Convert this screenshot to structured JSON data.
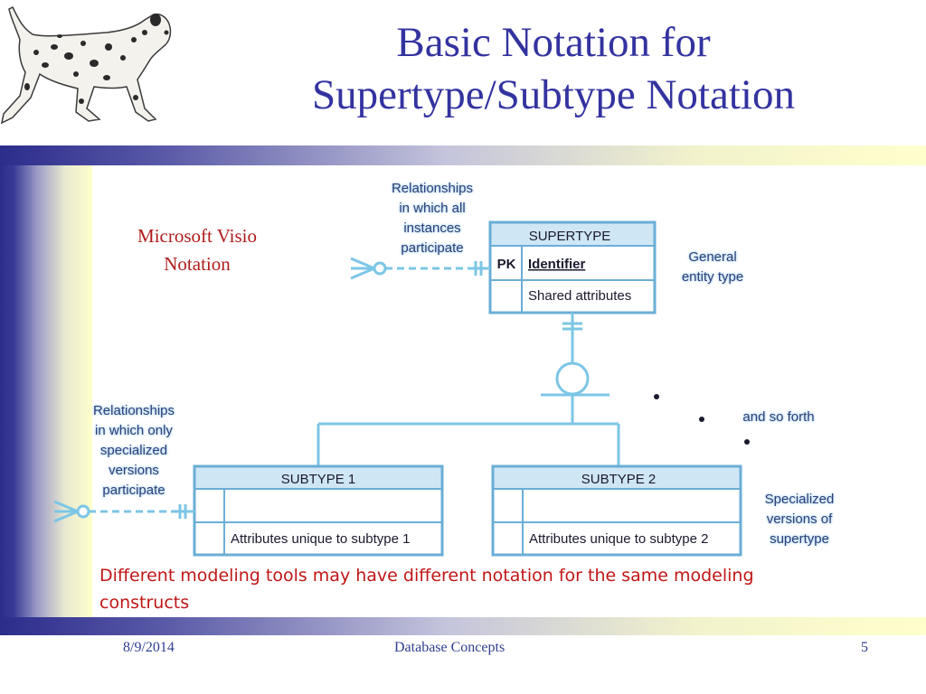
{
  "slide": {
    "title_line1": "Basic Notation for",
    "title_line2": "Supertype/Subtype Notation",
    "visio_label_line1": "Microsoft Visio",
    "visio_label_line2": "Notation",
    "caption": "Different modeling tools may have different notation for the same modeling constructs"
  },
  "diagram": {
    "supertype": {
      "name": "SUPERTYPE",
      "pk_label": "PK",
      "identifier": "Identifier",
      "shared_attributes": "Shared attributes"
    },
    "subtype1": {
      "name": "SUBTYPE 1",
      "attributes": "Attributes unique to subtype 1"
    },
    "subtype2": {
      "name": "SUBTYPE 2",
      "attributes": "Attributes unique to subtype 2"
    },
    "callouts": {
      "all_instances": [
        "Relationships",
        "in which all",
        "instances",
        "participate"
      ],
      "general_entity": [
        "General",
        "entity type"
      ],
      "and_so_forth": "and so forth",
      "specialized_only": [
        "Relationships",
        "in which only",
        "specialized",
        "versions",
        "participate"
      ],
      "specialized_versions": [
        "Specialized",
        "versions of",
        "supertype"
      ]
    }
  },
  "footer": {
    "date": "8/9/2014",
    "course": "Database Concepts",
    "page": "5"
  },
  "colors": {
    "title": "#3333a0",
    "entity_header": "#cfe6f5",
    "entity_border": "#6aaed6",
    "connector": "#7cc6e6",
    "caption": "#c01616"
  }
}
